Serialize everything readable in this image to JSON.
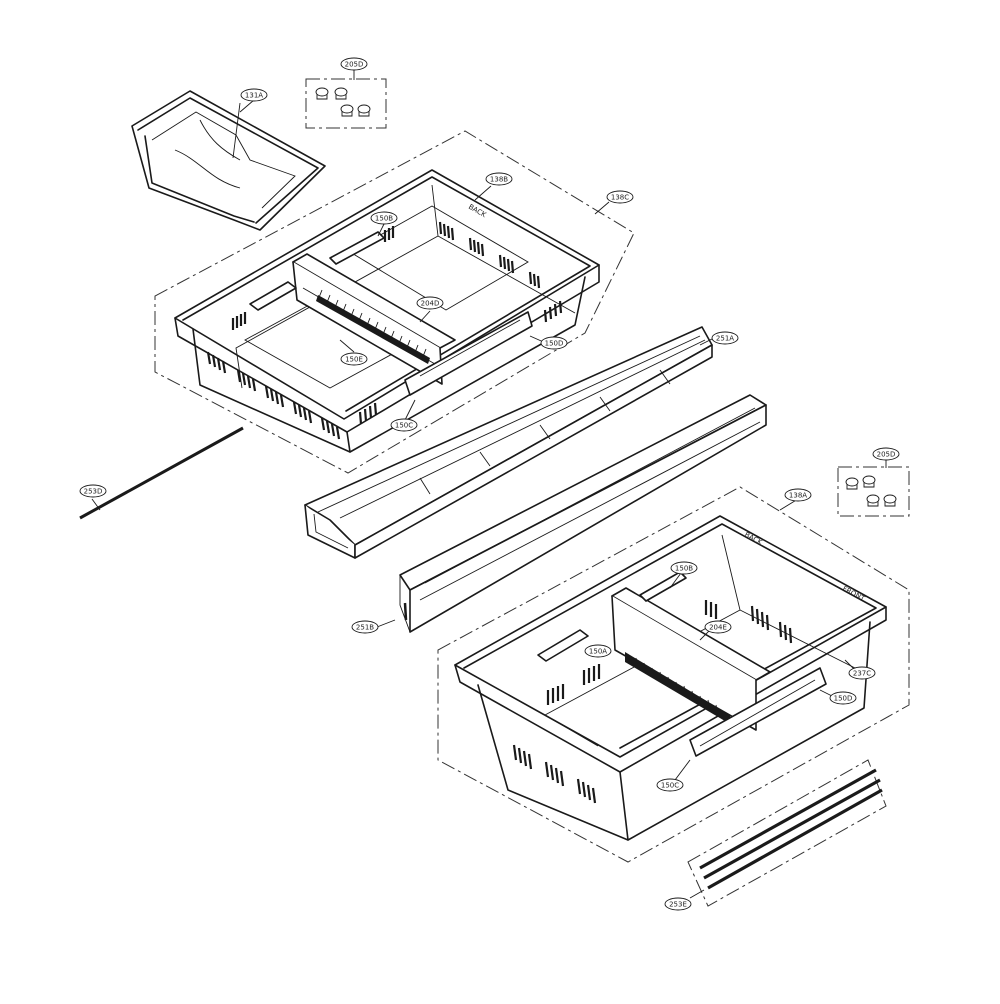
{
  "callouts": {
    "c205D_top": "205D",
    "c131A": "131A",
    "c138B": "138B",
    "c138C": "138C",
    "c150B_top": "150B",
    "c204D": "204D",
    "c150E": "150E",
    "c150D_top": "150D",
    "c150C_top": "150C",
    "c251A": "251A",
    "c253D": "253D",
    "c205D_right": "205D",
    "c138A": "138A",
    "c150B_bottom": "150B",
    "c204E": "204E",
    "c150A": "150A",
    "c237C": "237C",
    "c150D_bottom": "150D",
    "c150C_bottom": "150C",
    "c251B": "251B",
    "c253E": "253E"
  },
  "embossed_text": {
    "upper_basket_back": "BACK",
    "lower_basket_back": "BACK",
    "lower_basket_front": "FRONT"
  }
}
